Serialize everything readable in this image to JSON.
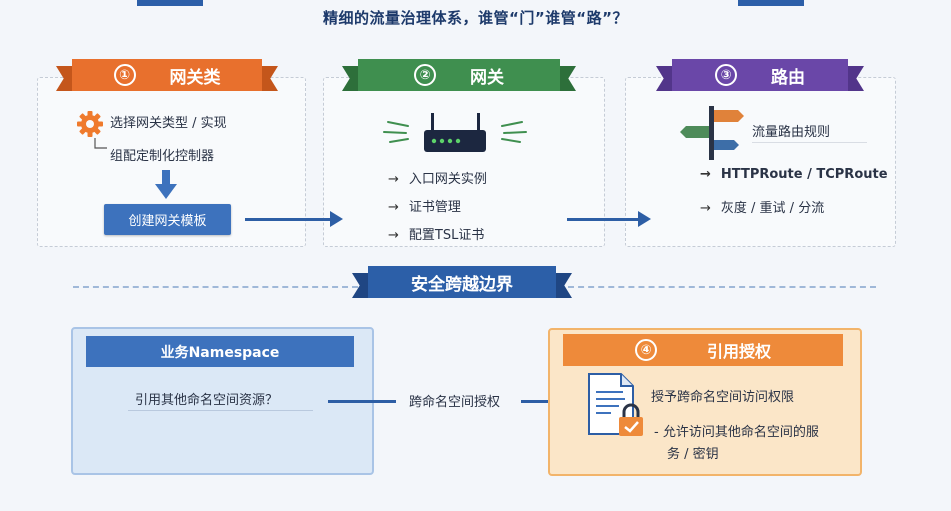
{
  "subtitle": "精细的流量治理体系，谁管“门”谁管“路”？",
  "sections": [
    {
      "number": "①",
      "title": "网关类"
    },
    {
      "number": "②",
      "title": "网关"
    },
    {
      "number": "③",
      "title": "路由"
    }
  ],
  "gatewayclass": {
    "line1": "选择网关类型 / 实现",
    "line2": "组配定制化控制器",
    "button": "创建网关模板"
  },
  "gateway": {
    "items": [
      "入口网关实例",
      "证书管理",
      "配置TSL证书"
    ]
  },
  "route": {
    "sign_label": "流量路由规则",
    "items": [
      "HTTPRoute / TCPRoute",
      "灰度 / 重试 / 分流"
    ]
  },
  "boundary": {
    "title": "安全跨越边界"
  },
  "namespace": {
    "header": "业务Namespace",
    "question": "引用其他命名空间资源？"
  },
  "connector": {
    "label": "跨命名空间授权"
  },
  "grant": {
    "number": "④",
    "header": "引用授权",
    "line1": "授予跨命名空间访问权限",
    "line2a": "- 允许访问其他命名空间的服",
    "line2b": "务 / 密钥"
  },
  "colors": {
    "orange": "#e8702d",
    "green": "#3f8f4f",
    "purple": "#6a47a8",
    "blue": "#2c5fa8",
    "grant_orange": "#ee8a3a"
  }
}
